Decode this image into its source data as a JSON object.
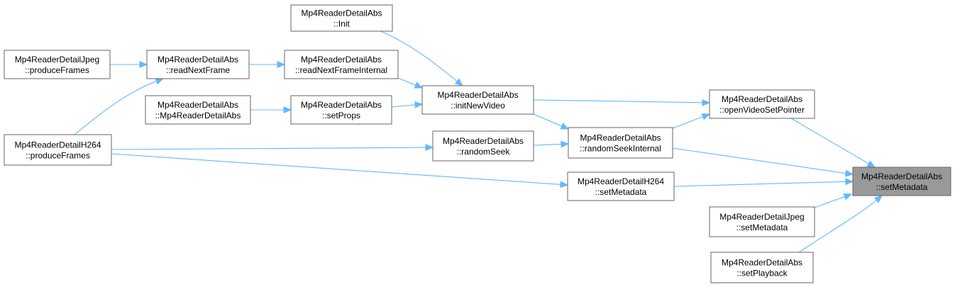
{
  "diagram": {
    "colors": {
      "edge": "#63b8ff",
      "node_border": "#666666",
      "node_fill": "#ffffff",
      "focus_fill": "#999999",
      "text": "#000000"
    },
    "nodes": [
      {
        "id": "init",
        "line1": "Mp4ReaderDetailAbs",
        "line2": "::Init"
      },
      {
        "id": "jpeg_produce",
        "line1": "Mp4ReaderDetailJpeg",
        "line2": "::produceFrames"
      },
      {
        "id": "read_next",
        "line1": "Mp4ReaderDetailAbs",
        "line2": "::readNextFrame"
      },
      {
        "id": "read_next_int",
        "line1": "Mp4ReaderDetailAbs",
        "line2": "::readNextFrameInternal"
      },
      {
        "id": "ctor",
        "line1": "Mp4ReaderDetailAbs",
        "line2": "::Mp4ReaderDetailAbs"
      },
      {
        "id": "set_props",
        "line1": "Mp4ReaderDetailAbs",
        "line2": "::setProps"
      },
      {
        "id": "init_new_video",
        "line1": "Mp4ReaderDetailAbs",
        "line2": "::initNewVideo"
      },
      {
        "id": "open_video",
        "line1": "Mp4ReaderDetailAbs",
        "line2": "::openVideoSetPointer"
      },
      {
        "id": "h264_produce",
        "line1": "Mp4ReaderDetailH264",
        "line2": "::produceFrames"
      },
      {
        "id": "random_seek",
        "line1": "Mp4ReaderDetailAbs",
        "line2": "::randomSeek"
      },
      {
        "id": "random_seek_int",
        "line1": "Mp4ReaderDetailAbs",
        "line2": "::randomSeekInternal"
      },
      {
        "id": "set_metadata",
        "line1": "Mp4ReaderDetailAbs",
        "line2": "::setMetadata",
        "focus": true
      },
      {
        "id": "h264_set_meta",
        "line1": "Mp4ReaderDetailH264",
        "line2": "::setMetadata"
      },
      {
        "id": "jpeg_set_meta",
        "line1": "Mp4ReaderDetailJpeg",
        "line2": "::setMetadata"
      },
      {
        "id": "set_playback",
        "line1": "Mp4ReaderDetailAbs",
        "line2": "::setPlayback"
      }
    ],
    "edges": [
      {
        "from": "jpeg_produce",
        "to": "read_next"
      },
      {
        "from": "h264_produce",
        "to": "read_next"
      },
      {
        "from": "read_next",
        "to": "read_next_int"
      },
      {
        "from": "ctor",
        "to": "set_props"
      },
      {
        "from": "init",
        "to": "init_new_video"
      },
      {
        "from": "read_next_int",
        "to": "init_new_video"
      },
      {
        "from": "set_props",
        "to": "init_new_video"
      },
      {
        "from": "init_new_video",
        "to": "open_video"
      },
      {
        "from": "init_new_video",
        "to": "random_seek_int"
      },
      {
        "from": "random_seek_int",
        "to": "open_video"
      },
      {
        "from": "h264_produce",
        "to": "random_seek"
      },
      {
        "from": "random_seek",
        "to": "random_seek_int"
      },
      {
        "from": "h264_produce",
        "to": "h264_set_meta"
      },
      {
        "from": "open_video",
        "to": "set_metadata"
      },
      {
        "from": "random_seek_int",
        "to": "set_metadata"
      },
      {
        "from": "h264_set_meta",
        "to": "set_metadata"
      },
      {
        "from": "jpeg_set_meta",
        "to": "set_metadata"
      },
      {
        "from": "set_playback",
        "to": "set_metadata"
      }
    ]
  }
}
